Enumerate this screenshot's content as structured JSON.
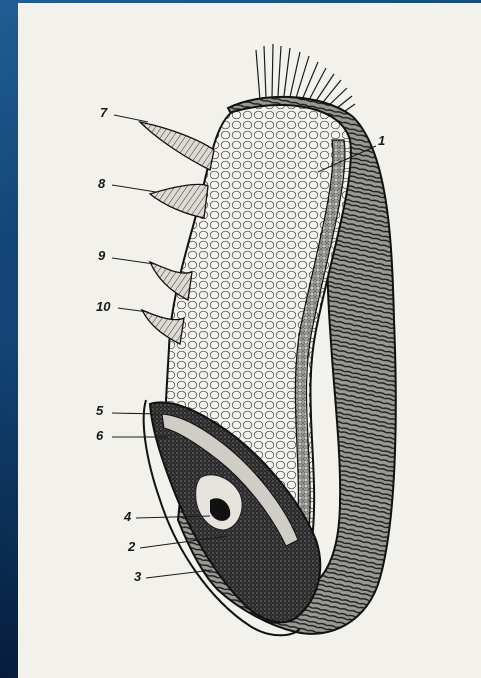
{
  "figure": {
    "labels": [
      {
        "id": "1",
        "text": "1"
      },
      {
        "id": "2",
        "text": "2"
      },
      {
        "id": "3",
        "text": "3"
      },
      {
        "id": "4",
        "text": "4"
      },
      {
        "id": "5",
        "text": "5"
      },
      {
        "id": "6",
        "text": "6"
      },
      {
        "id": "7",
        "text": "7"
      },
      {
        "id": "8",
        "text": "8"
      },
      {
        "id": "9",
        "text": "9"
      },
      {
        "id": "10",
        "text": "10"
      }
    ]
  },
  "colors": {
    "background": "#0f3d68",
    "paper": "#f2f1ec",
    "ink": "#1a1a1a"
  }
}
